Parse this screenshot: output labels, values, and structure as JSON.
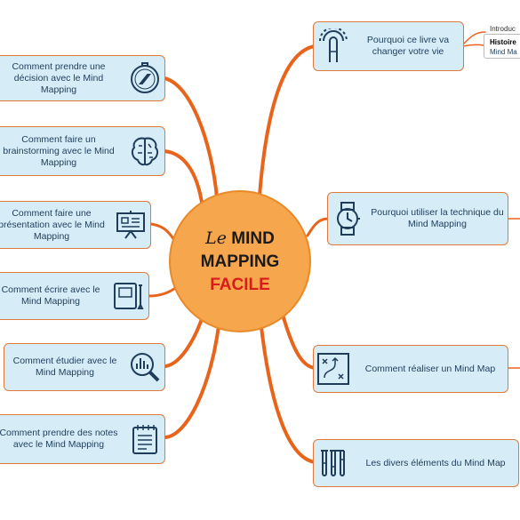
{
  "center": {
    "le": "Le",
    "line1": "MIND",
    "line2": "MAPPING",
    "line3": "FACILE"
  },
  "colors": {
    "branch": "#e8641b",
    "node_fill": "#d6edf8",
    "node_border": "#e07a3c",
    "center_fill": "#f6a64c",
    "accent_red": "#d81b1b"
  },
  "left_nodes": [
    {
      "label": "Comment prendre une décision avec le Mind Mapping",
      "icon": "compass-icon"
    },
    {
      "label": "Comment faire un brainstorming avec le Mind Mapping",
      "icon": "brain-icon"
    },
    {
      "label": "Comment faire une présentation avec le Mind Mapping",
      "icon": "presentation-board-icon"
    },
    {
      "label": "Comment écrire avec le Mind Mapping",
      "icon": "notebook-pen-icon"
    },
    {
      "label": "Comment étudier avec le Mind Mapping",
      "icon": "magnifier-chart-icon"
    },
    {
      "label": "Comment prendre des notes avec le Mind Mapping",
      "icon": "notepad-icon"
    }
  ],
  "right_nodes": [
    {
      "label": "Pourquoi ce livre va changer votre vie",
      "icon": "touch-finger-icon"
    },
    {
      "label": "Pourquoi utiliser la technique du Mind Mapping",
      "icon": "wristwatch-icon"
    },
    {
      "label": "Comment réaliser un Mind Map",
      "icon": "strategy-plan-icon"
    },
    {
      "label": "Les divers éléments du Mind Map",
      "icon": "test-tubes-icon"
    }
  ],
  "sub_branch": {
    "intro": "Introduc",
    "title": "Histoire",
    "subtitle": "Mind Ma"
  }
}
